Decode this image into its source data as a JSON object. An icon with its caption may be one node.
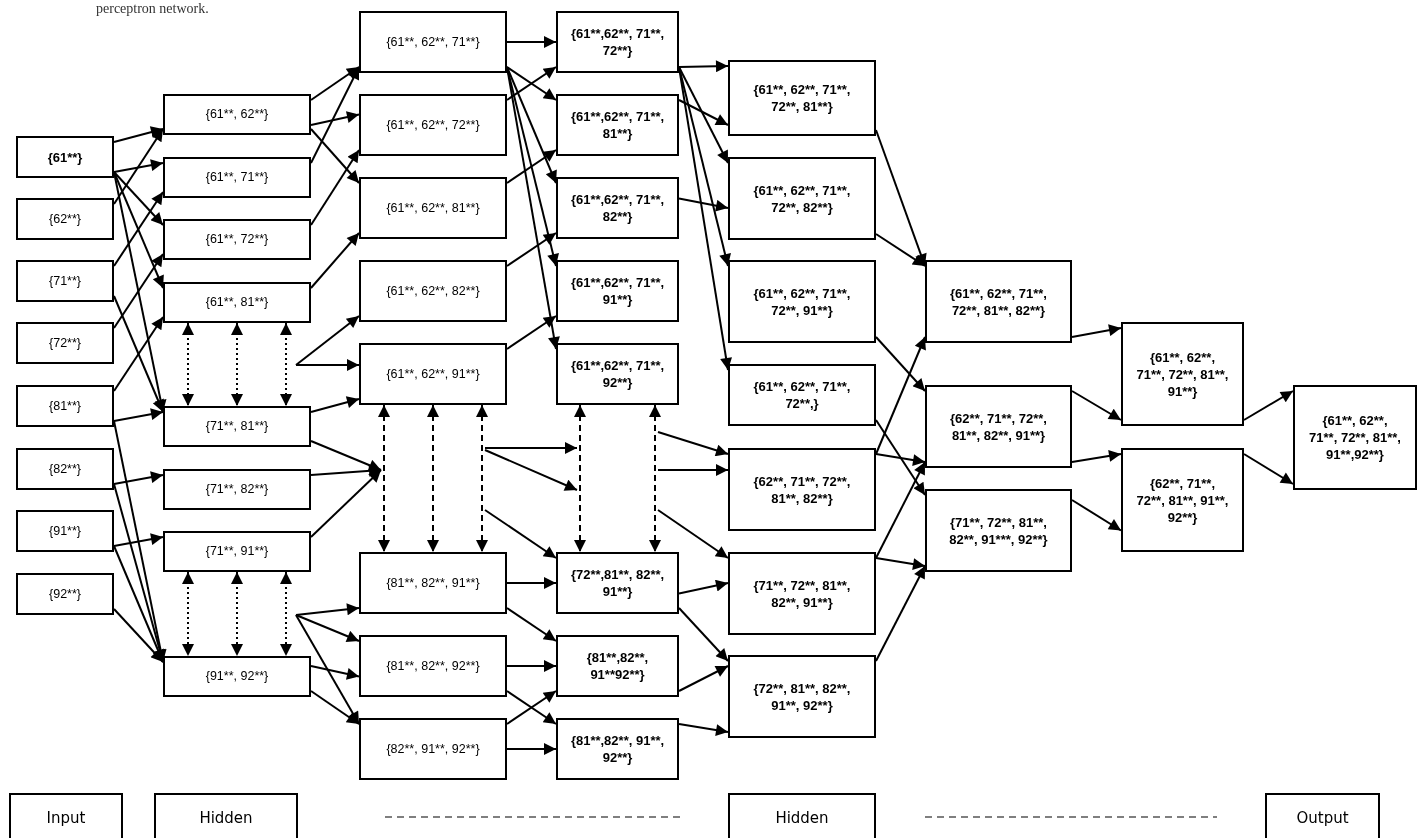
{
  "diagram": {
    "caption": "perceptron network.",
    "nodes": [
      {
        "text": [
          "{61**}"
        ]
      },
      {
        "text": [
          "{62**}"
        ]
      },
      {
        "text": [
          "{71**}"
        ]
      },
      {
        "text": [
          "{72**}"
        ]
      },
      {
        "text": [
          "{81**}"
        ]
      },
      {
        "text": [
          "{82**}"
        ]
      },
      {
        "text": [
          "{91**}"
        ]
      },
      {
        "text": [
          "{92**}"
        ]
      },
      {
        "text": [
          "{61**, 62**}"
        ]
      },
      {
        "text": [
          "{61**, 71**}"
        ]
      },
      {
        "text": [
          "{61**, 72**}"
        ]
      },
      {
        "text": [
          "{61**, 81**}"
        ]
      },
      {
        "text": [
          "{71**, 81**}"
        ]
      },
      {
        "text": [
          "{71**, 82**}"
        ]
      },
      {
        "text": [
          "{71**, 91**}"
        ]
      },
      {
        "text": [
          "{91**, 92**}"
        ]
      },
      {
        "text": [
          "{61**, 62**, 71**}"
        ]
      },
      {
        "text": [
          "{61**, 62**, 72**}"
        ]
      },
      {
        "text": [
          "{61**, 62**, 81**}"
        ]
      },
      {
        "text": [
          "{61**, 62**, 82**}"
        ]
      },
      {
        "text": [
          "{61**, 62**, 91**}"
        ]
      },
      {
        "text": [
          "{81**, 82**, 91**}"
        ]
      },
      {
        "text": [
          "{81**, 82**, 92**}"
        ]
      },
      {
        "text": [
          "{82**, 91**, 92**}"
        ]
      },
      {
        "text": [
          "{61**,62**, 71**, 72**}"
        ]
      },
      {
        "text": [
          "{61**,62**, 71**, 81**}"
        ]
      },
      {
        "text": [
          "{61**,62**, 71**, 82**}"
        ]
      },
      {
        "text": [
          "{61**,62**, 71**, 91**}"
        ]
      },
      {
        "text": [
          "{61**,62**, 71**, 92**}"
        ]
      },
      {
        "text": [
          "{72**,81**, 82**, 91**}"
        ]
      },
      {
        "text": [
          "{81**,82**, 91**92**}"
        ]
      },
      {
        "text": [
          "{81**,82**, 91**, 92**}"
        ]
      },
      {
        "text": [
          "{61**, 62**, 71**, 72**, 81**}"
        ]
      },
      {
        "text": [
          "{61**, 62**, 71**, 72**, 82**}"
        ]
      },
      {
        "text": [
          "{61**, 62**, 71**, 72**, 91**}"
        ]
      },
      {
        "text": [
          "{61**, 62**, 71**, 72**,}"
        ]
      },
      {
        "text": [
          "{62**, 71**, 72**, 81**, 82**}"
        ]
      },
      {
        "text": [
          "{71**, 72**, 81**, 82**, 91**}"
        ]
      },
      {
        "text": [
          "{72**, 81**, 82**, 91**, 92**}"
        ]
      },
      {
        "text": [
          "{61**, 62**, 71**, 72**, 81**, 82**}"
        ]
      },
      {
        "text": [
          "{62**, 71**, 72**, 81**, 82**, 91**}"
        ]
      },
      {
        "text": [
          "{71**, 72**, 81**, 82**, 91***, 92**}"
        ]
      },
      {
        "text": [
          "{61**, 62**, 71**, 72**, 81**, 91**}"
        ]
      },
      {
        "text": [
          "{62**, 71**, 72**, 81**, 91**, 92**}"
        ]
      },
      {
        "text": [
          "{61**, 62**, 71**, 72**, 81**, 91**,92**}"
        ]
      },
      {
        "text": [
          "Input"
        ]
      },
      {
        "text": [
          "Hidden"
        ]
      },
      {
        "text": [
          "Hidden"
        ]
      },
      {
        "text": [
          "Output"
        ]
      }
    ],
    "edges": [
      {
        "from": 0,
        "to": 8,
        "arrow": "to"
      },
      {
        "from": 0,
        "to": 9,
        "arrow": "to"
      },
      {
        "from": 0,
        "to": 10,
        "arrow": "to"
      },
      {
        "from": 0,
        "to": 11,
        "arrow": "to"
      },
      {
        "from": 0,
        "to": 12,
        "arrow": "to"
      },
      {
        "from": 1,
        "to": 8,
        "arrow": "to"
      },
      {
        "from": 2,
        "to": 9,
        "arrow": "to"
      },
      {
        "from": 2,
        "to": 12,
        "arrow": "to"
      },
      {
        "from": 3,
        "to": 10,
        "arrow": "to"
      },
      {
        "from": 4,
        "to": 11,
        "arrow": "to"
      },
      {
        "from": 4,
        "to": 12,
        "arrow": "to"
      },
      {
        "from": 4,
        "to": 15,
        "arrow": "to"
      },
      {
        "from": 5,
        "to": 13,
        "arrow": "to"
      },
      {
        "from": 5,
        "to": 15,
        "arrow": "to"
      },
      {
        "from": 6,
        "to": 14,
        "arrow": "to"
      },
      {
        "from": 6,
        "to": 15,
        "arrow": "to"
      },
      {
        "from": 7,
        "to": 15,
        "arrow": "to"
      },
      {
        "from": 8,
        "to": 16,
        "arrow": "to"
      },
      {
        "from": 8,
        "to": 17,
        "arrow": "to"
      },
      {
        "from": 8,
        "to": 18,
        "arrow": "to"
      },
      {
        "from": 9,
        "to": 16,
        "arrow": "to"
      },
      {
        "from": 10,
        "to": 17,
        "arrow": "to"
      },
      {
        "from": 11,
        "to": 18,
        "arrow": "to"
      },
      {
        "from": null,
        "to": 19,
        "arrow": "to"
      },
      {
        "from": null,
        "to": 20,
        "arrow": "to"
      },
      {
        "from": 12,
        "to": 20,
        "arrow": "to"
      },
      {
        "from": 12,
        "to": null,
        "arrow": "to"
      },
      {
        "from": 13,
        "to": null,
        "arrow": "to"
      },
      {
        "from": 14,
        "to": null,
        "arrow": "to"
      },
      {
        "from": null,
        "to": 21,
        "arrow": "to"
      },
      {
        "from": null,
        "to": 22,
        "arrow": "to"
      },
      {
        "from": null,
        "to": 23,
        "arrow": "to"
      },
      {
        "from": 15,
        "to": 22,
        "arrow": "to"
      },
      {
        "from": 15,
        "to": 23,
        "arrow": "to"
      },
      {
        "from": 16,
        "to": 24,
        "arrow": "to"
      },
      {
        "from": 16,
        "to": 25,
        "arrow": "to"
      },
      {
        "from": 16,
        "to": 26,
        "arrow": "to"
      },
      {
        "from": 16,
        "to": 27,
        "arrow": "to"
      },
      {
        "from": 16,
        "to": 28,
        "arrow": "to"
      },
      {
        "from": 17,
        "to": 24,
        "arrow": "to"
      },
      {
        "from": 18,
        "to": 25,
        "arrow": "to"
      },
      {
        "from": 19,
        "to": 26,
        "arrow": "to"
      },
      {
        "from": 20,
        "to": 27,
        "arrow": "to"
      },
      {
        "from": null,
        "to": 29,
        "arrow": "to"
      },
      {
        "from": 21,
        "to": 29,
        "arrow": "to"
      },
      {
        "from": 21,
        "to": 30,
        "arrow": "to"
      },
      {
        "from": 22,
        "to": 30,
        "arrow": "to"
      },
      {
        "from": 22,
        "to": 31,
        "arrow": "to"
      },
      {
        "from": 23,
        "to": 30,
        "arrow": "to"
      },
      {
        "from": 23,
        "to": 31,
        "arrow": "to"
      },
      {
        "from": 24,
        "to": 32,
        "arrow": "to"
      },
      {
        "from": 24,
        "to": 33,
        "arrow": "to"
      },
      {
        "from": 24,
        "to": 34,
        "arrow": "to"
      },
      {
        "from": 24,
        "to": 35,
        "arrow": "to"
      },
      {
        "from": 25,
        "to": 32,
        "arrow": "to"
      },
      {
        "from": 26,
        "to": 33,
        "arrow": "to"
      },
      {
        "from": null,
        "to": 36,
        "arrow": "to"
      },
      {
        "from": null,
        "to": 36,
        "arrow": "to"
      },
      {
        "from": null,
        "to": 37,
        "arrow": "to"
      },
      {
        "from": 29,
        "to": 37,
        "arrow": "to"
      },
      {
        "from": 29,
        "to": 38,
        "arrow": "to"
      },
      {
        "from": 30,
        "to": 38,
        "arrow": "to"
      },
      {
        "from": 31,
        "to": 38,
        "arrow": "to"
      },
      {
        "from": 32,
        "to": 39,
        "arrow": "to"
      },
      {
        "from": 33,
        "to": 39,
        "arrow": "to"
      },
      {
        "from": 34,
        "to": 40,
        "arrow": "to"
      },
      {
        "from": 35,
        "to": 41,
        "arrow": "to"
      },
      {
        "from": 36,
        "to": 39,
        "arrow": "to"
      },
      {
        "from": 36,
        "to": 40,
        "arrow": "to"
      },
      {
        "from": 37,
        "to": 40,
        "arrow": "to"
      },
      {
        "from": 37,
        "to": 41,
        "arrow": "to"
      },
      {
        "from": 38,
        "to": 41,
        "arrow": "to"
      },
      {
        "from": 39,
        "to": 42,
        "arrow": "to"
      },
      {
        "from": 40,
        "to": 42,
        "arrow": "to"
      },
      {
        "from": 40,
        "to": 43,
        "arrow": "to"
      },
      {
        "from": 41,
        "to": 43,
        "arrow": "to"
      },
      {
        "from": 42,
        "to": 44,
        "arrow": "to"
      },
      {
        "from": 43,
        "to": 44,
        "arrow": "to"
      },
      {
        "from": 11,
        "to": 12,
        "arrow": "both",
        "style": "dashed"
      },
      {
        "from": 11,
        "to": 12,
        "arrow": "both",
        "style": "dashed"
      },
      {
        "from": 11,
        "to": 12,
        "arrow": "both",
        "style": "dashed"
      },
      {
        "from": 14,
        "to": 15,
        "arrow": "both",
        "style": "dashed"
      },
      {
        "from": 14,
        "to": 15,
        "arrow": "both",
        "style": "dashed"
      },
      {
        "from": 14,
        "to": 15,
        "arrow": "both",
        "style": "dashed"
      },
      {
        "from": 20,
        "to": 21,
        "arrow": "both",
        "style": "dashed"
      },
      {
        "from": 20,
        "to": 21,
        "arrow": "both",
        "style": "dashed"
      },
      {
        "from": 20,
        "to": 21,
        "arrow": "both",
        "style": "dashed"
      },
      {
        "from": 28,
        "to": 29,
        "arrow": "both",
        "style": "dashed"
      },
      {
        "from": 28,
        "to": 29,
        "arrow": "both",
        "style": "dashed"
      }
    ]
  }
}
